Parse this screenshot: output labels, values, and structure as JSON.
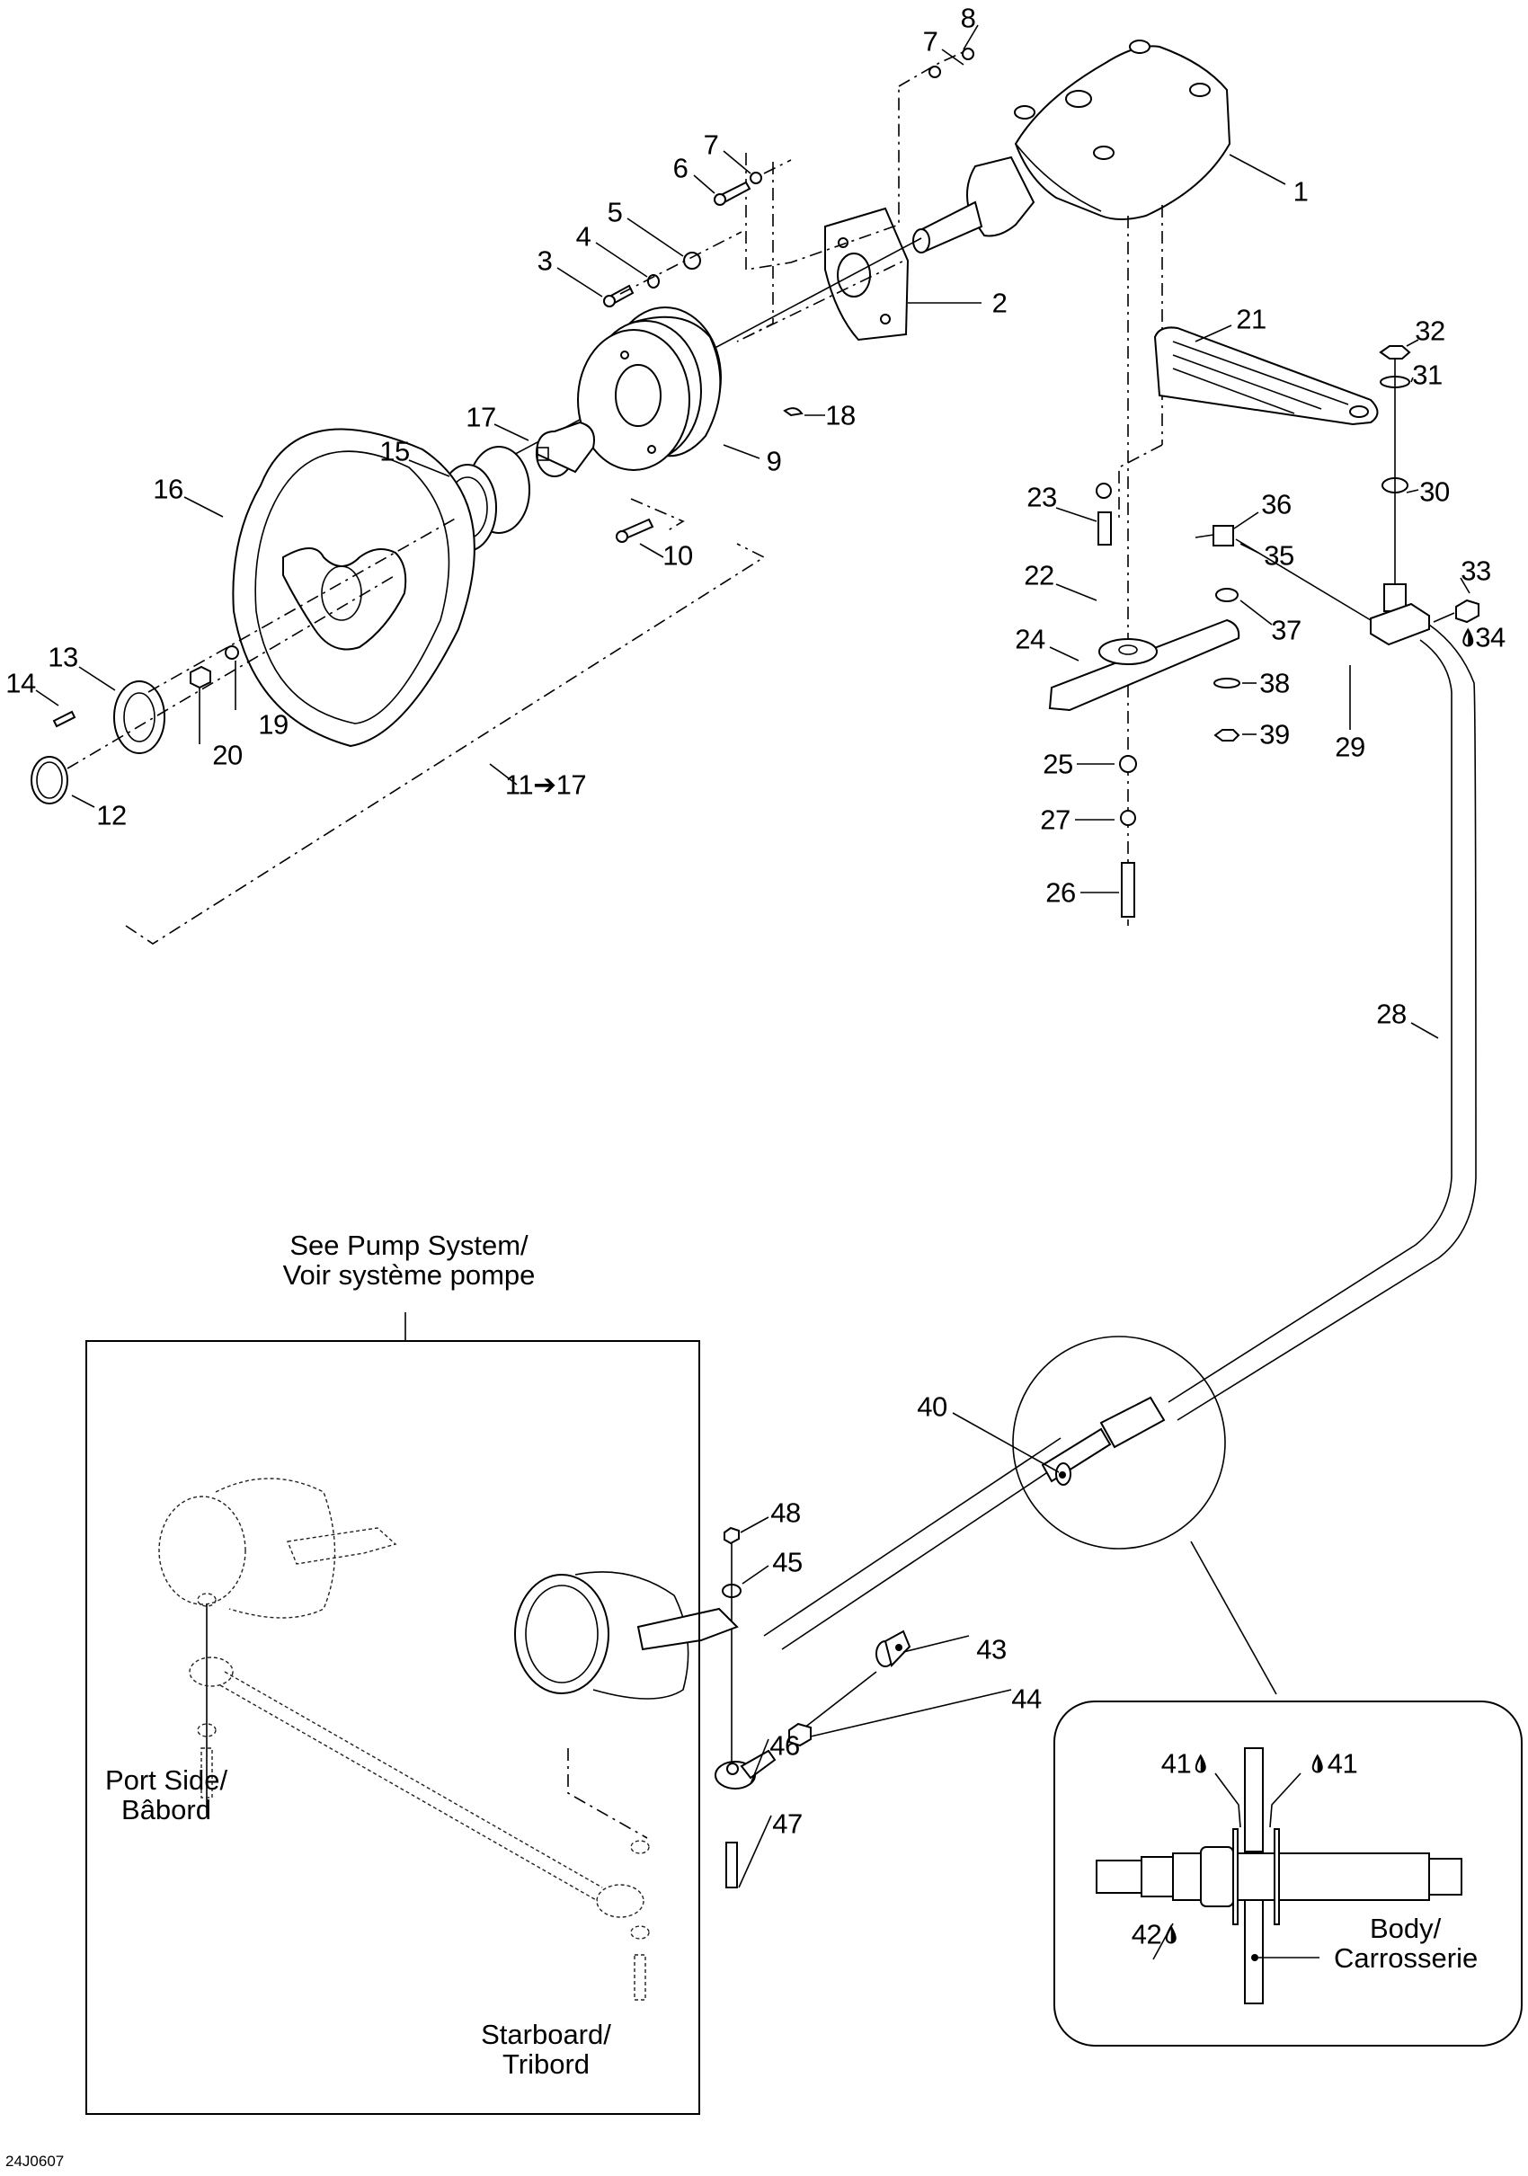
{
  "diagram": {
    "title": "Steering system exploded parts diagram",
    "drawing_code": "24J0607",
    "callouts": [
      {
        "id": "1",
        "text": "1"
      },
      {
        "id": "2",
        "text": "2"
      },
      {
        "id": "3",
        "text": "3"
      },
      {
        "id": "4",
        "text": "4"
      },
      {
        "id": "5",
        "text": "5"
      },
      {
        "id": "6",
        "text": "6"
      },
      {
        "id": "7a",
        "text": "7"
      },
      {
        "id": "7b",
        "text": "7"
      },
      {
        "id": "8",
        "text": "8"
      },
      {
        "id": "9",
        "text": "9"
      },
      {
        "id": "10",
        "text": "10"
      },
      {
        "id": "11-17",
        "text": "11➔17"
      },
      {
        "id": "12",
        "text": "12"
      },
      {
        "id": "13",
        "text": "13"
      },
      {
        "id": "14",
        "text": "14"
      },
      {
        "id": "15",
        "text": "15"
      },
      {
        "id": "16",
        "text": "16"
      },
      {
        "id": "17",
        "text": "17"
      },
      {
        "id": "18",
        "text": "18"
      },
      {
        "id": "19",
        "text": "19"
      },
      {
        "id": "20",
        "text": "20"
      },
      {
        "id": "21",
        "text": "21"
      },
      {
        "id": "22",
        "text": "22"
      },
      {
        "id": "23",
        "text": "23"
      },
      {
        "id": "24",
        "text": "24"
      },
      {
        "id": "25",
        "text": "25"
      },
      {
        "id": "26",
        "text": "26"
      },
      {
        "id": "27",
        "text": "27"
      },
      {
        "id": "28",
        "text": "28"
      },
      {
        "id": "29",
        "text": "29"
      },
      {
        "id": "30",
        "text": "30"
      },
      {
        "id": "31",
        "text": "31"
      },
      {
        "id": "32",
        "text": "32"
      },
      {
        "id": "33",
        "text": "33"
      },
      {
        "id": "34",
        "text": "💧34"
      },
      {
        "id": "35",
        "text": "35"
      },
      {
        "id": "36",
        "text": "36"
      },
      {
        "id": "37",
        "text": "37"
      },
      {
        "id": "38",
        "text": "38"
      },
      {
        "id": "39",
        "text": "39"
      },
      {
        "id": "40",
        "text": "40"
      },
      {
        "id": "41a",
        "text": "41"
      },
      {
        "id": "41b",
        "text": "41"
      },
      {
        "id": "42",
        "text": "42"
      },
      {
        "id": "43",
        "text": "43"
      },
      {
        "id": "44",
        "text": "44"
      },
      {
        "id": "45",
        "text": "45"
      },
      {
        "id": "46",
        "text": "46"
      },
      {
        "id": "47",
        "text": "47"
      },
      {
        "id": "48",
        "text": "48"
      }
    ],
    "notes": {
      "pump_system": [
        "See Pump System/",
        "Voir système pompe"
      ],
      "port_side": [
        "Port Side/",
        "Bâbord"
      ],
      "starboard": [
        "Starboard/",
        "Tribord"
      ],
      "body": [
        "Body/",
        "Carrosserie"
      ]
    },
    "lubricant_icon": "oil-drop-icon",
    "lubricated_items": [
      "34",
      "41",
      "41",
      "42"
    ]
  }
}
